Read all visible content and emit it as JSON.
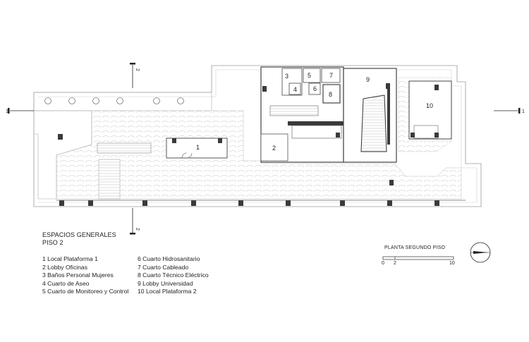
{
  "legend": {
    "title": "ESPACIOS GENERALES",
    "subtitle": "PISO 2",
    "items_left": [
      "1 Local Plataforma 1",
      "2 Lobby Oficinas",
      "3 Baños Personal Mujeres",
      "4 Cuarto de Aseo",
      "5 Cuarto de Monitoreo y Control"
    ],
    "items_right": [
      "6 Cuarto Hidrosanitario",
      "7 Cuarto Cableado",
      "8 Cuarto Técnico Eléctrico",
      "9 Lobby Universidad",
      "10 Local Plataforma 2"
    ]
  },
  "scale": {
    "title": "PLANTA SEGUNDO PISO",
    "labels": [
      "0",
      "2",
      "10"
    ]
  },
  "rooms": [
    "1",
    "2",
    "3",
    "4",
    "5",
    "6",
    "7",
    "8",
    "9",
    "10"
  ],
  "section_marks": {
    "left": "1",
    "right": "1",
    "top": "2",
    "bottom": "2"
  },
  "colors": {
    "line": "#555555",
    "light_line": "#b5b5b5",
    "fill_dark": "#3a3a3a"
  }
}
